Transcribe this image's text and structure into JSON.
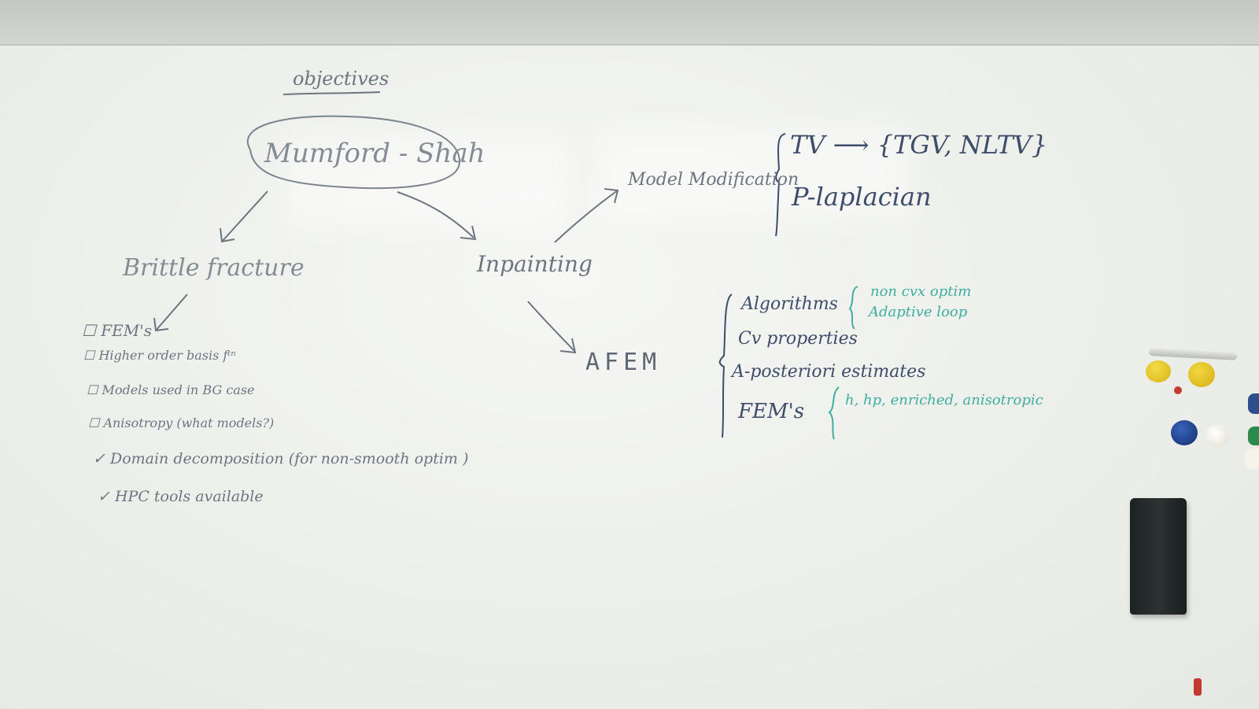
{
  "whiteboard": {
    "title": "objectives",
    "central_node": "Mumford - Shah",
    "branches": {
      "left": {
        "label": "Brittle fracture",
        "items": [
          {
            "mark": "☐",
            "text": "FEM's"
          },
          {
            "mark": "☐",
            "text": "Higher order basis fᵗⁿ"
          },
          {
            "mark": "☐",
            "text": "Models used in BG case"
          },
          {
            "mark": "☐",
            "text": "Anisotropy (what models?)"
          },
          {
            "mark": "✓",
            "text": "Domain decomposition (for non-smooth optim )"
          },
          {
            "mark": "✓",
            "text": "HPC tools available"
          }
        ]
      },
      "middle": {
        "label": "Inpainting",
        "model_modification": {
          "label": "Model Modification",
          "items": [
            "TV ⟶ {TGV, NLTV}",
            "P-laplacian"
          ]
        },
        "afem": {
          "label": "AFEM",
          "items": [
            {
              "text": "Algorithms",
              "sub": [
                "non cvx optim",
                "Adaptive loop"
              ]
            },
            {
              "text": "Cv properties"
            },
            {
              "text": "A-posteriori estimates"
            },
            {
              "text": "FEM's",
              "sub": [
                "h, hp, enriched, anisotropic"
              ]
            }
          ]
        }
      }
    }
  },
  "colors": {
    "ink_gray": "#6d7580",
    "ink_blue": "#3d4d6a",
    "ink_green": "#3fae9e",
    "magnet_yellow": "#e8c51f",
    "magnet_blue": "#1c3f8c",
    "magnet_white": "#f3f1e6",
    "magnet_red": "#c43a30"
  },
  "objects": [
    "eraser",
    "marker",
    "magnets"
  ]
}
